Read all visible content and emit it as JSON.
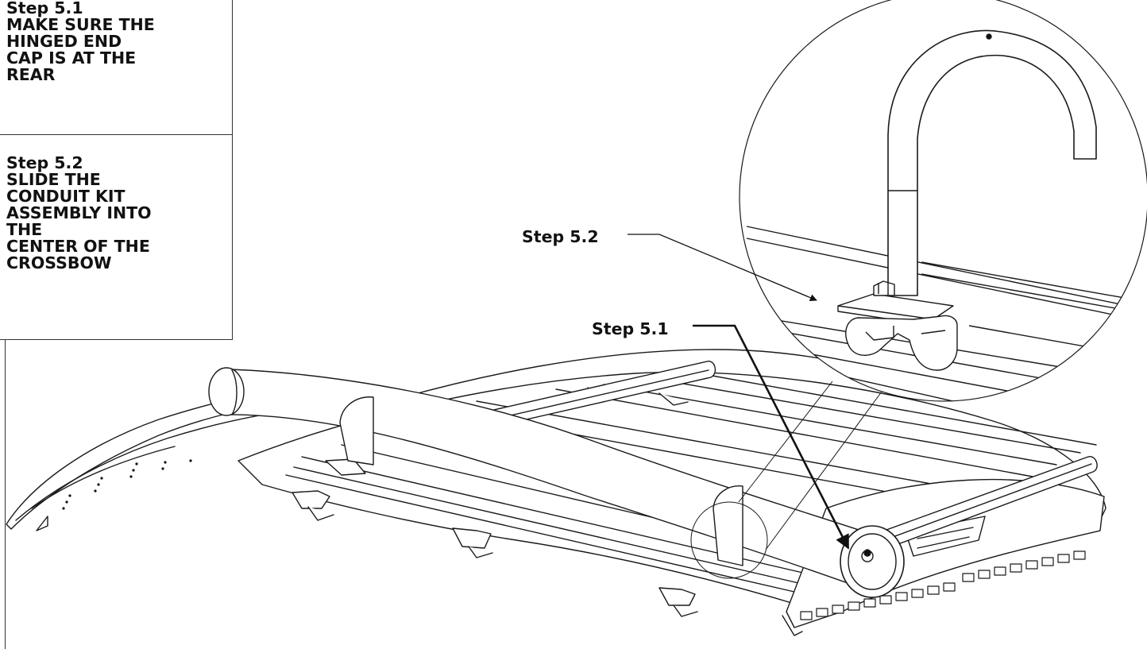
{
  "instructions": {
    "step1": {
      "heading": "Step 5.1",
      "lines": [
        "MAKE SURE THE",
        "HINGED END",
        "CAP IS AT THE",
        "REAR"
      ]
    },
    "step2": {
      "heading": "Step 5.2",
      "lines": [
        "SLIDE THE",
        "CONDUIT KIT",
        "ASSEMBLY INTO",
        "THE",
        "CENTER OF THE",
        "CROSSBOW"
      ]
    }
  },
  "callouts": {
    "step_5_2": "Step 5.2",
    "step_5_1": "Step 5.1"
  },
  "colors": {
    "line": "#1a1a1a",
    "paper": "#ffffff"
  }
}
